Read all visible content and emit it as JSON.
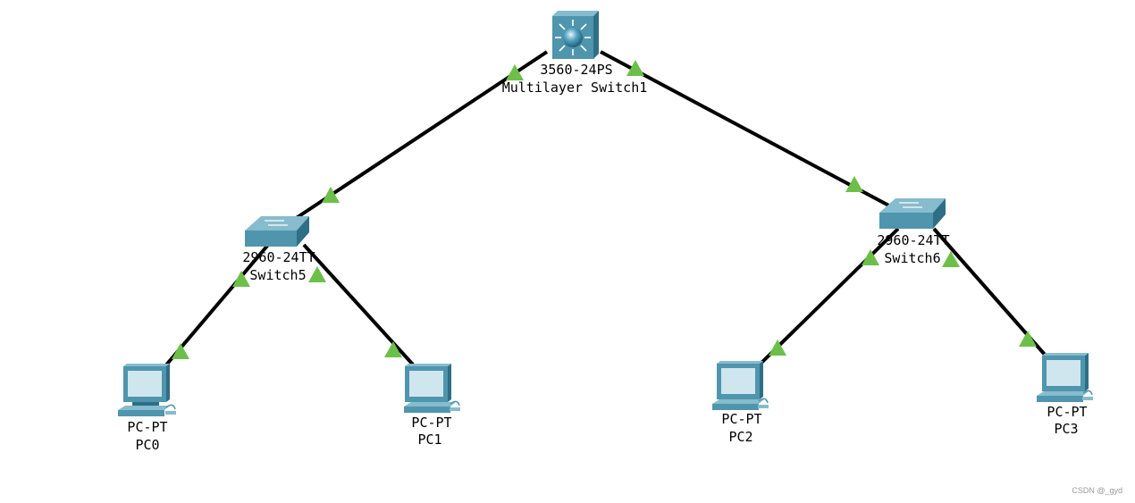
{
  "topology": {
    "multilayer_switch": {
      "model": "3560-24PS",
      "name": "Multilayer Switch1",
      "icon": "multilayer-switch-icon"
    },
    "switch5": {
      "model": "2960-24TT",
      "name": "Switch5",
      "icon": "switch-icon"
    },
    "switch6": {
      "model": "2960-24TT",
      "name": "Switch6",
      "icon": "switch-icon"
    },
    "pc0": {
      "model": "PC-PT",
      "name": "PC0",
      "icon": "pc-icon"
    },
    "pc1": {
      "model": "PC-PT",
      "name": "PC1",
      "icon": "pc-icon"
    },
    "pc2": {
      "model": "PC-PT",
      "name": "PC2",
      "icon": "pc-icon"
    },
    "pc3": {
      "model": "PC-PT",
      "name": "PC3",
      "icon": "pc-icon"
    }
  },
  "links": [
    {
      "from": "multilayer_switch",
      "to": "switch5",
      "status": "up"
    },
    {
      "from": "multilayer_switch",
      "to": "switch6",
      "status": "up"
    },
    {
      "from": "switch5",
      "to": "pc0",
      "status": "up"
    },
    {
      "from": "switch5",
      "to": "pc1",
      "status": "up"
    },
    {
      "from": "switch6",
      "to": "pc2",
      "status": "up"
    },
    {
      "from": "switch6",
      "to": "pc3",
      "status": "up"
    }
  ],
  "colors": {
    "link": "#000000",
    "link_up_indicator": "#6cc04a",
    "device_body": "#4f95ad",
    "device_top": "#86bccd",
    "device_dark": "#2f6f86",
    "screen": "#cfe6ef"
  },
  "watermark": "CSDN @_gyd"
}
